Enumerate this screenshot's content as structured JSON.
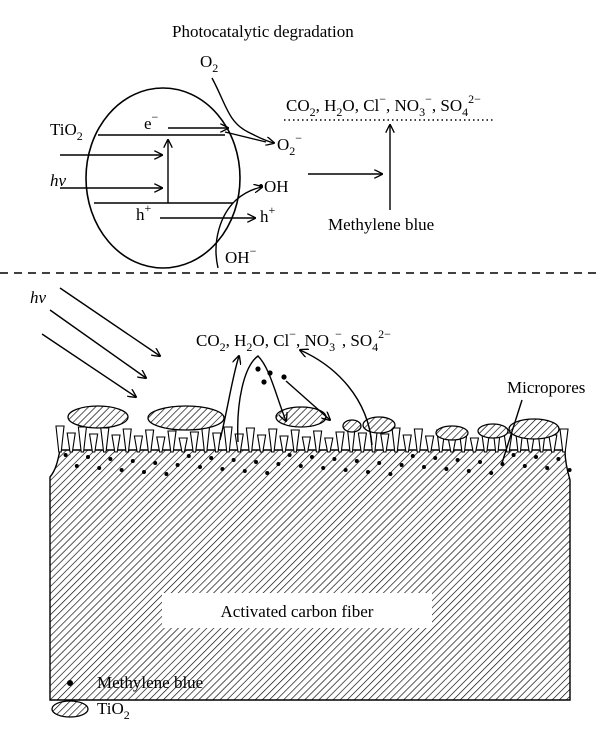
{
  "top_panel": {
    "title": "Photocatalytic degradation",
    "semiconductor": {
      "label": "TiO",
      "sub": "2"
    },
    "light": {
      "label": "hν"
    },
    "electron": {
      "label": "e",
      "sup": "−"
    },
    "hole": {
      "label": "h",
      "sup": "+"
    },
    "hole_out": {
      "label": "h",
      "sup": "+"
    },
    "oxygen": {
      "label": "O",
      "sub": "2"
    },
    "superoxide": {
      "label": "O",
      "sub": "2",
      "sup": "−"
    },
    "hydroxyl_radical": {
      "label": "•OH"
    },
    "hydroxide": {
      "label": "OH",
      "sup": "−"
    },
    "products": {
      "co2": "CO",
      "co2_sub": "2",
      "h2o_a": "H",
      "h2o_sub": "2",
      "h2o_b": "O",
      "cl": "Cl",
      "cl_sup": "−",
      "no3": "NO",
      "no3_sub": "3",
      "no3_sup": "−",
      "so4": "SO",
      "so4_sub": "4",
      "so4_sup": "2−"
    },
    "pollutant": "Methylene blue"
  },
  "bottom_panel": {
    "light": {
      "label": "hν"
    },
    "products": {
      "co2": "CO",
      "co2_sub": "2",
      "h2o_a": "H",
      "h2o_sub": "2",
      "h2o_b": "O",
      "cl": "Cl",
      "cl_sup": "−",
      "no3": "NO",
      "no3_sub": "3",
      "no3_sup": "−",
      "so4": "SO",
      "so4_sub": "4",
      "so4_sup": "2−"
    },
    "micropores_label": "Micropores",
    "substrate_label": "Activated carbon fiber"
  },
  "legend": {
    "methylene_blue": "Methylene blue",
    "tio2": {
      "label": "TiO",
      "sub": "2"
    }
  }
}
